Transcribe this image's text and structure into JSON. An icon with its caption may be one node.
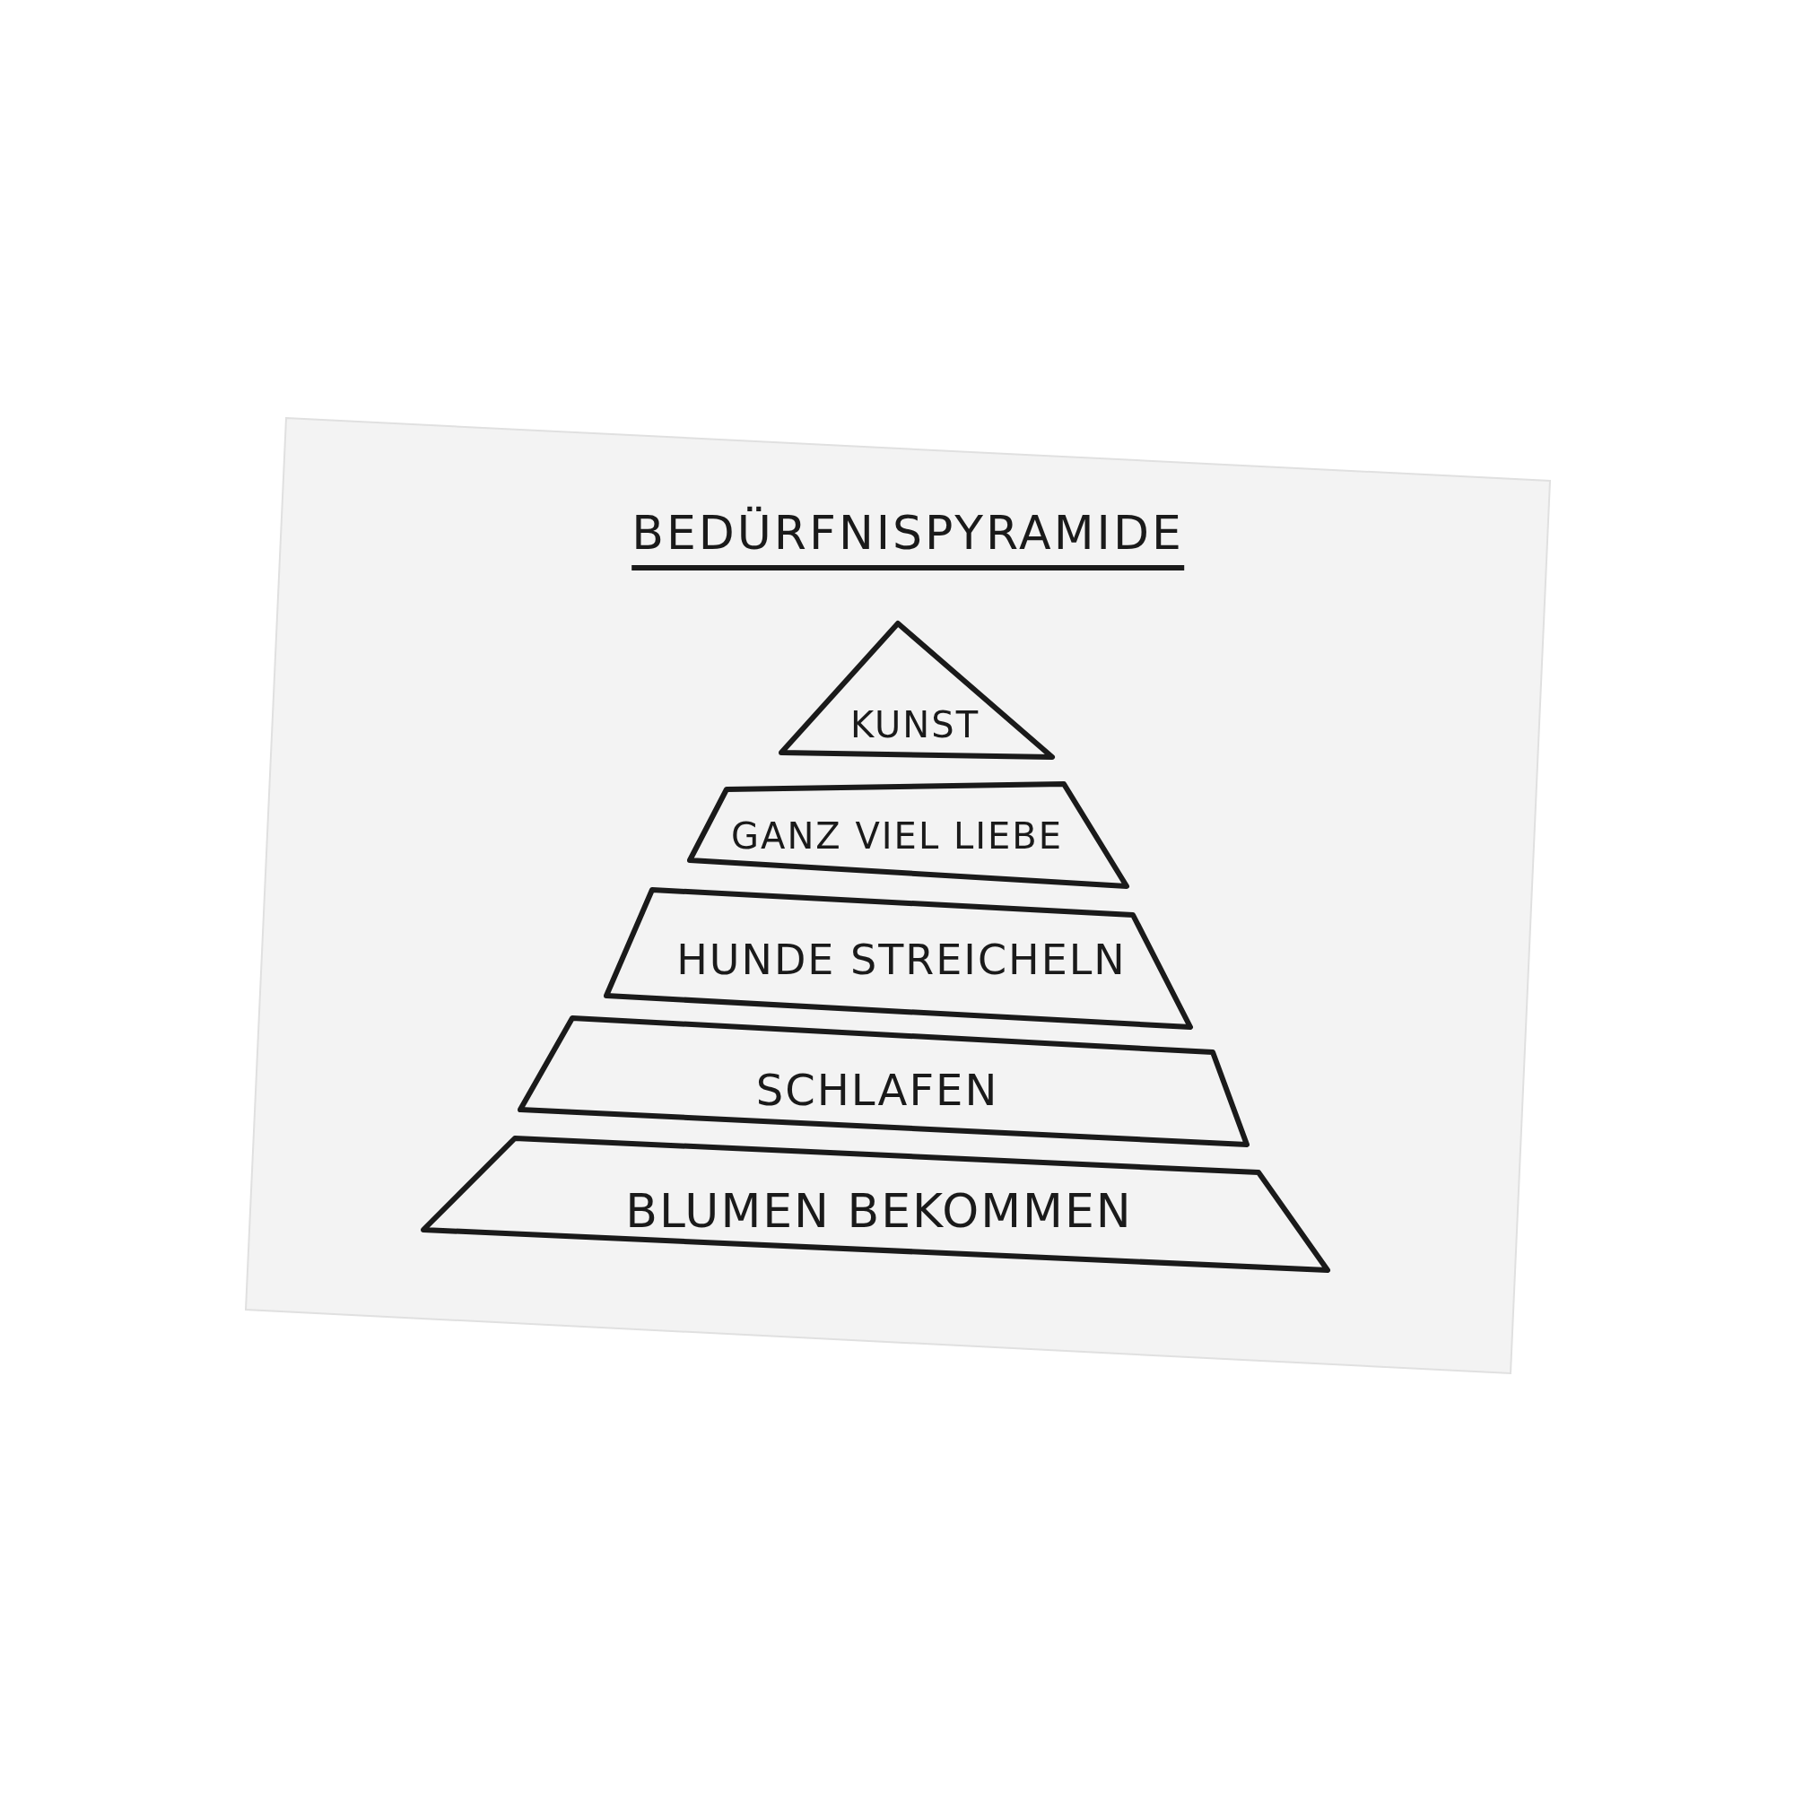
{
  "diagram": {
    "title": "BEDÜRFNISPYRAMIDE",
    "nodes": [
      {
        "text": [
          "KUNST"
        ]
      },
      {
        "text": [
          "GANZ VIEL LIEBE"
        ]
      },
      {
        "text": [
          "HUNDE STREICHELN"
        ]
      },
      {
        "text": [
          "SCHLAFEN"
        ]
      },
      {
        "text": [
          "BLUMEN BEKOMMEN"
        ]
      }
    ]
  }
}
